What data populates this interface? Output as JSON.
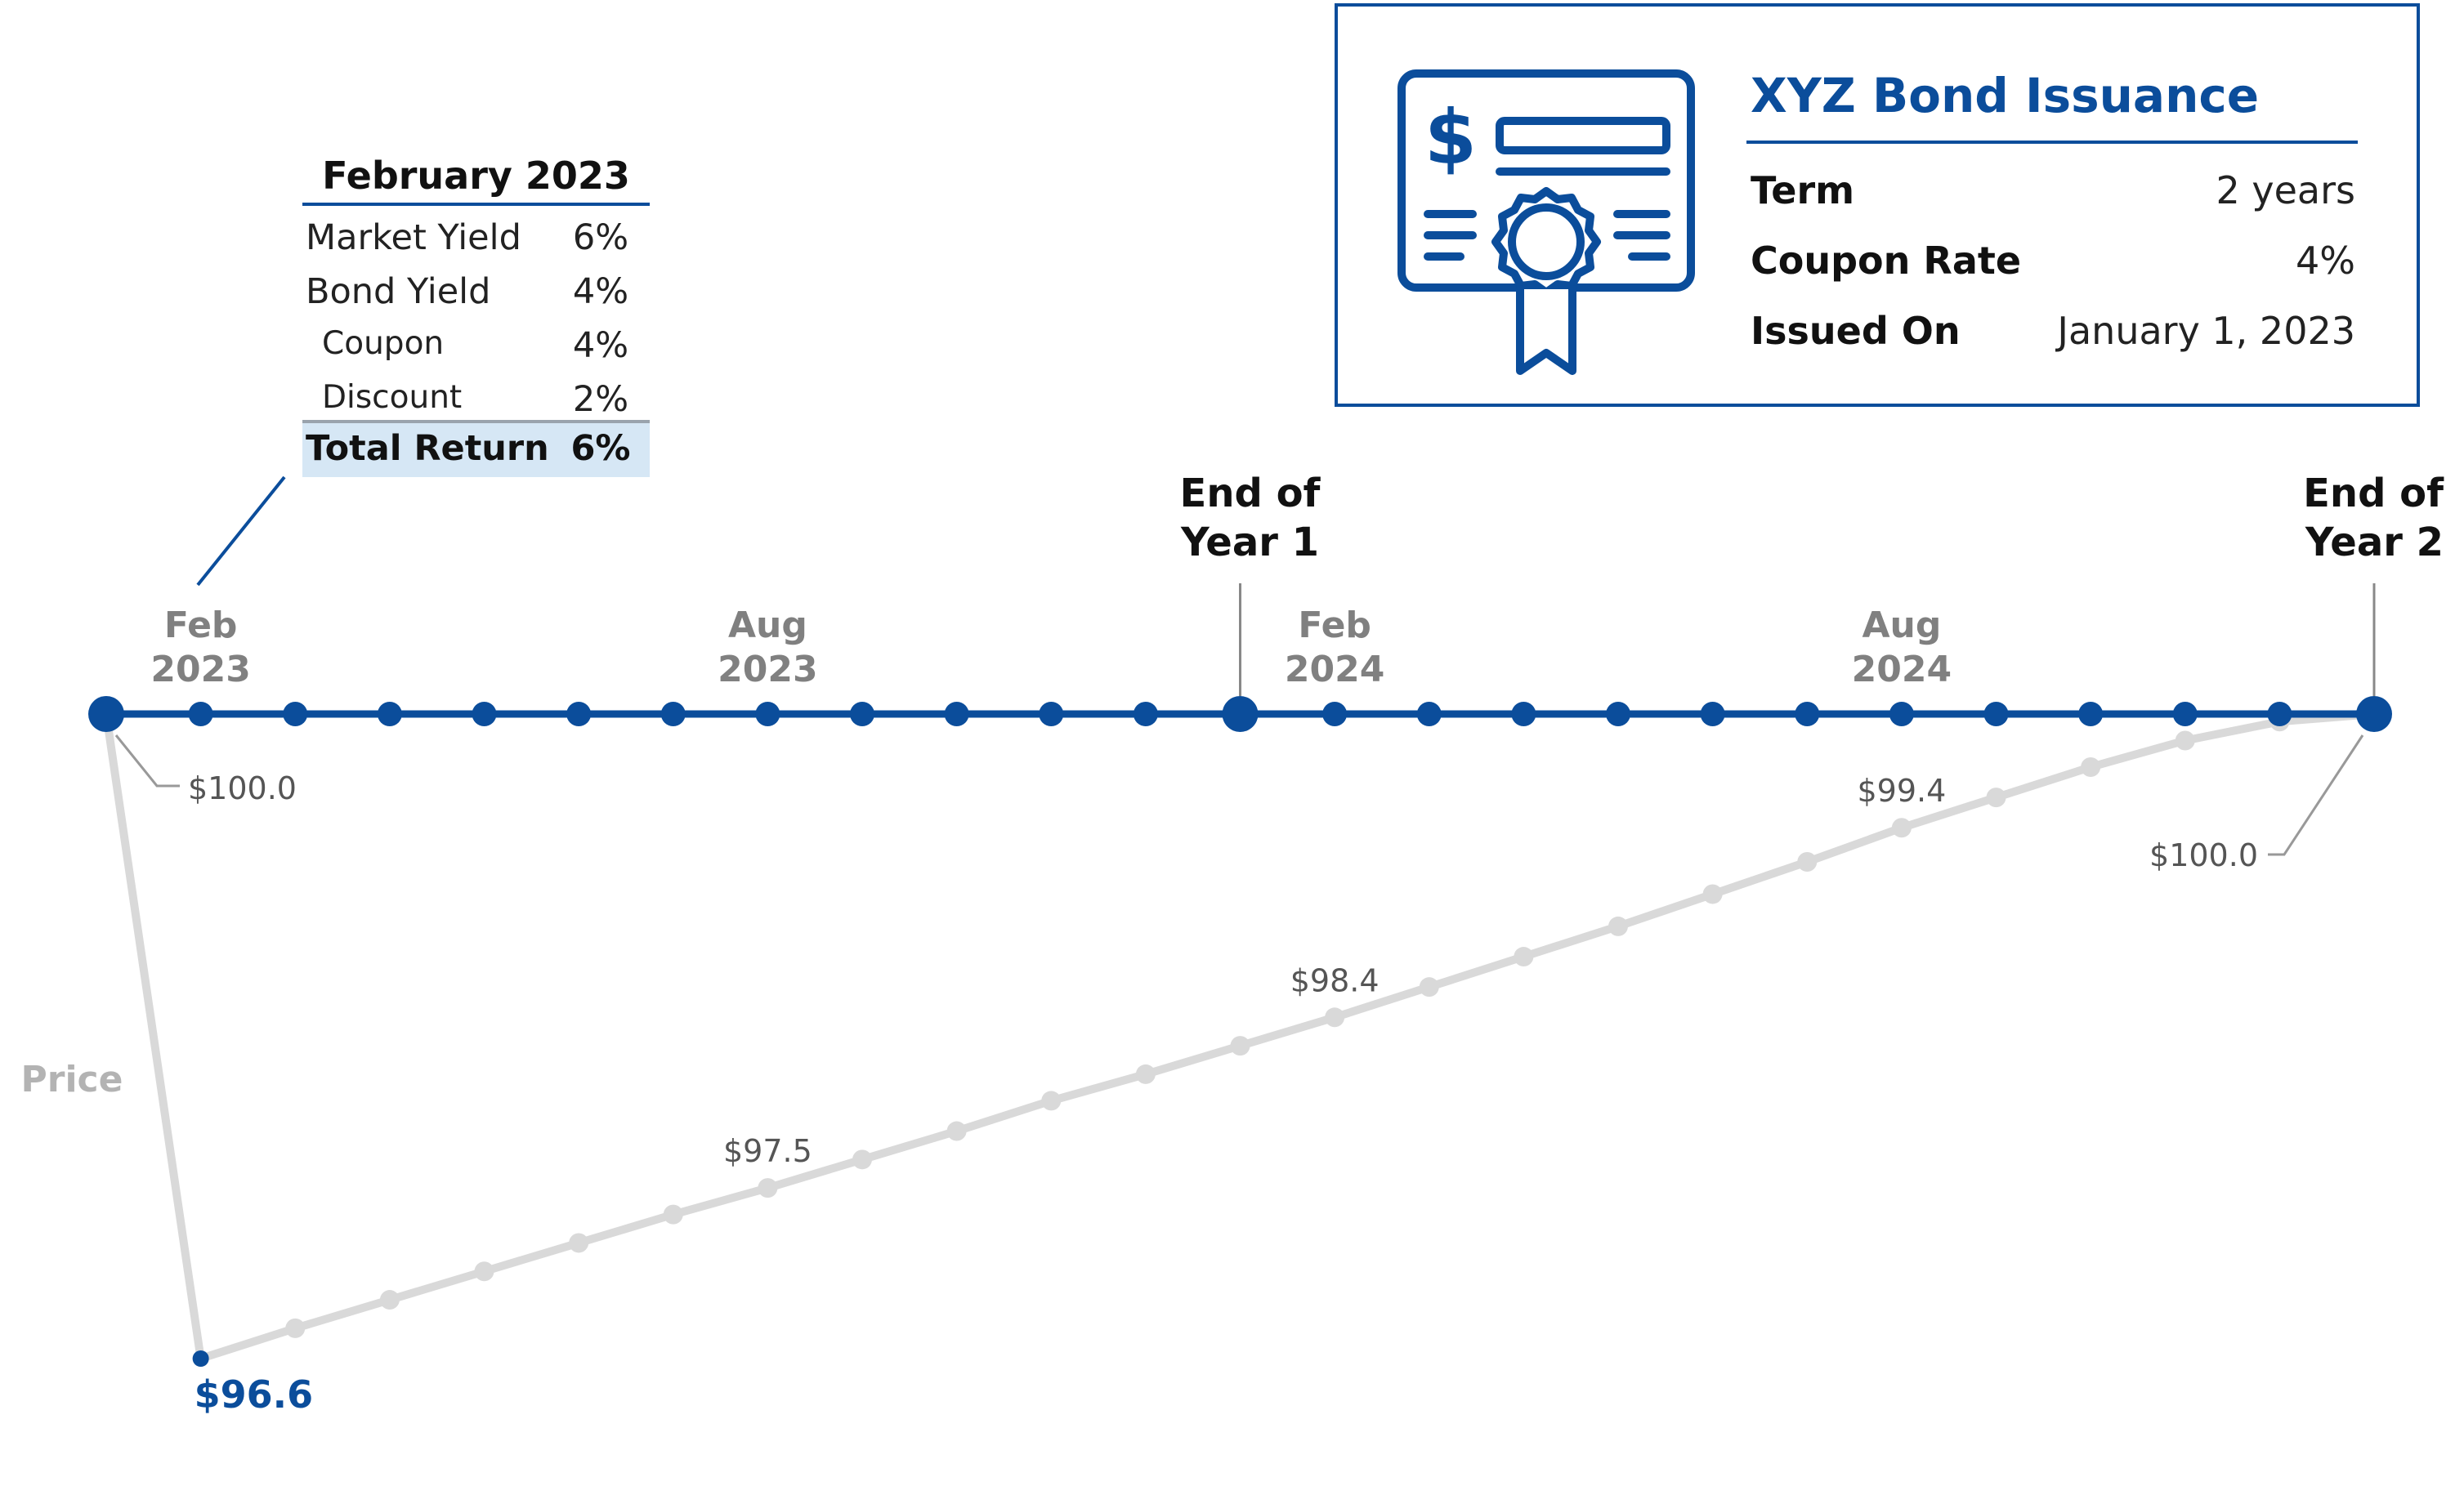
{
  "bond_card": {
    "title": "XYZ Bond Issuance",
    "icon": "bond-certificate-icon",
    "rows": [
      {
        "label": "Term",
        "value": "2 years"
      },
      {
        "label": "Coupon Rate",
        "value": "4%"
      },
      {
        "label": "Issued On",
        "value": "January 1, 2023"
      }
    ]
  },
  "return_table": {
    "title": "February 2023",
    "rows": [
      {
        "label": "Market Yield",
        "value": "6%"
      },
      {
        "label": "Bond Yield",
        "value": "4%"
      },
      {
        "label": "Coupon",
        "value": "4%"
      },
      {
        "label": "Discount",
        "value": "2%"
      }
    ],
    "total": {
      "label": "Total Return",
      "value": "6%"
    }
  },
  "chart_data": {
    "type": "line",
    "timeline": {
      "month_index": [
        0,
        1,
        2,
        3,
        4,
        5,
        6,
        7,
        8,
        9,
        10,
        11,
        12,
        13,
        14,
        15,
        16,
        17,
        18,
        19,
        20,
        21,
        22,
        23,
        24
      ],
      "month_labels": [
        {
          "i": 1,
          "lines": [
            "Feb",
            "2023"
          ]
        },
        {
          "i": 7,
          "lines": [
            "Aug",
            "2023"
          ]
        },
        {
          "i": 13,
          "lines": [
            "Feb",
            "2024"
          ]
        },
        {
          "i": 19,
          "lines": [
            "Aug",
            "2024"
          ]
        }
      ],
      "milestones": [
        {
          "i": 12,
          "lines": [
            "End of",
            "Year 1"
          ]
        },
        {
          "i": 24,
          "lines": [
            "End of",
            "Year 2"
          ]
        }
      ]
    },
    "series": [
      {
        "name": "Price",
        "x": [
          0,
          1,
          2,
          3,
          4,
          5,
          6,
          7,
          8,
          9,
          10,
          11,
          12,
          13,
          14,
          15,
          16,
          17,
          18,
          19,
          20,
          21,
          22,
          23,
          24
        ],
        "values": [
          100.0,
          96.6,
          96.76,
          96.91,
          97.06,
          97.21,
          97.36,
          97.5,
          97.65,
          97.8,
          97.96,
          98.1,
          98.25,
          98.4,
          98.56,
          98.72,
          98.88,
          99.05,
          99.22,
          99.4,
          99.56,
          99.72,
          99.86,
          99.96,
          100.0
        ]
      }
    ],
    "price_labels": [
      {
        "i": 0,
        "text": "$100.0"
      },
      {
        "i": 1,
        "text": "$96.6"
      },
      {
        "i": 7,
        "text": "$97.5"
      },
      {
        "i": 13,
        "text": "$98.4"
      },
      {
        "i": 19,
        "text": "$99.4"
      },
      {
        "i": 24,
        "text": "$100.0"
      }
    ],
    "colors": {
      "timeline": "#0b4d9b",
      "price_line": "#d9d9d9",
      "muted_label": "#808080",
      "highlight": "#0b4d9b"
    }
  }
}
